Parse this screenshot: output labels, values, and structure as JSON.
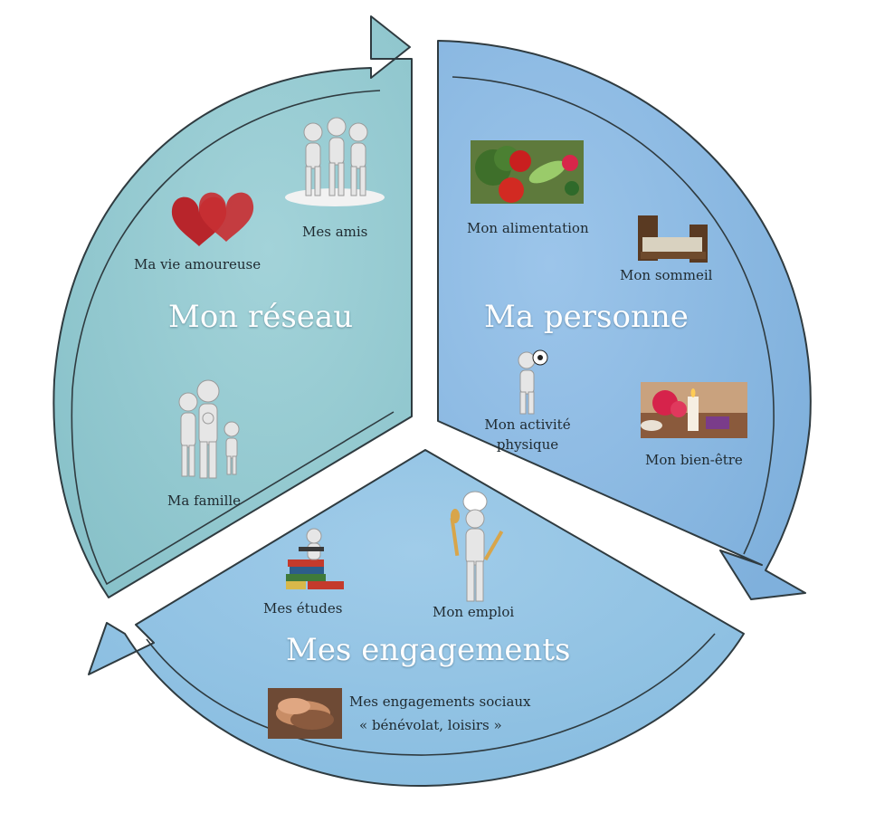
{
  "colors": {
    "reseau_fill": "#8fc7cf",
    "personne_fill": "#88b6e0",
    "engagements_fill": "#8fc1e2",
    "outline": "#2f3b40"
  },
  "sections": [
    {
      "title": "Mon réseau",
      "items": [
        "Ma vie amoureuse",
        "Mes amis",
        "Ma famille"
      ]
    },
    {
      "title": "Ma personne",
      "items": [
        "Mon alimentation",
        "Mon sommeil",
        "Mon activité physique",
        "Mon bien-être"
      ]
    },
    {
      "title": "Mes engagements",
      "items": [
        "Mes études",
        "Mon emploi",
        "Mes engagements sociaux « bénévolat, loisirs »"
      ]
    }
  ],
  "labels": {
    "activite_line1": "Mon activité",
    "activite_line2": "physique",
    "sociaux_line1": "Mes engagements sociaux",
    "sociaux_line2": "« bénévolat, loisirs »"
  },
  "icons": [
    "hearts-icon",
    "friends-figures-icon",
    "family-figures-icon",
    "vegetables-photo",
    "bed-icon",
    "soccer-figure-icon",
    "spa-candles-photo",
    "books-figure-icon",
    "chef-figure-icon",
    "hands-photo"
  ]
}
